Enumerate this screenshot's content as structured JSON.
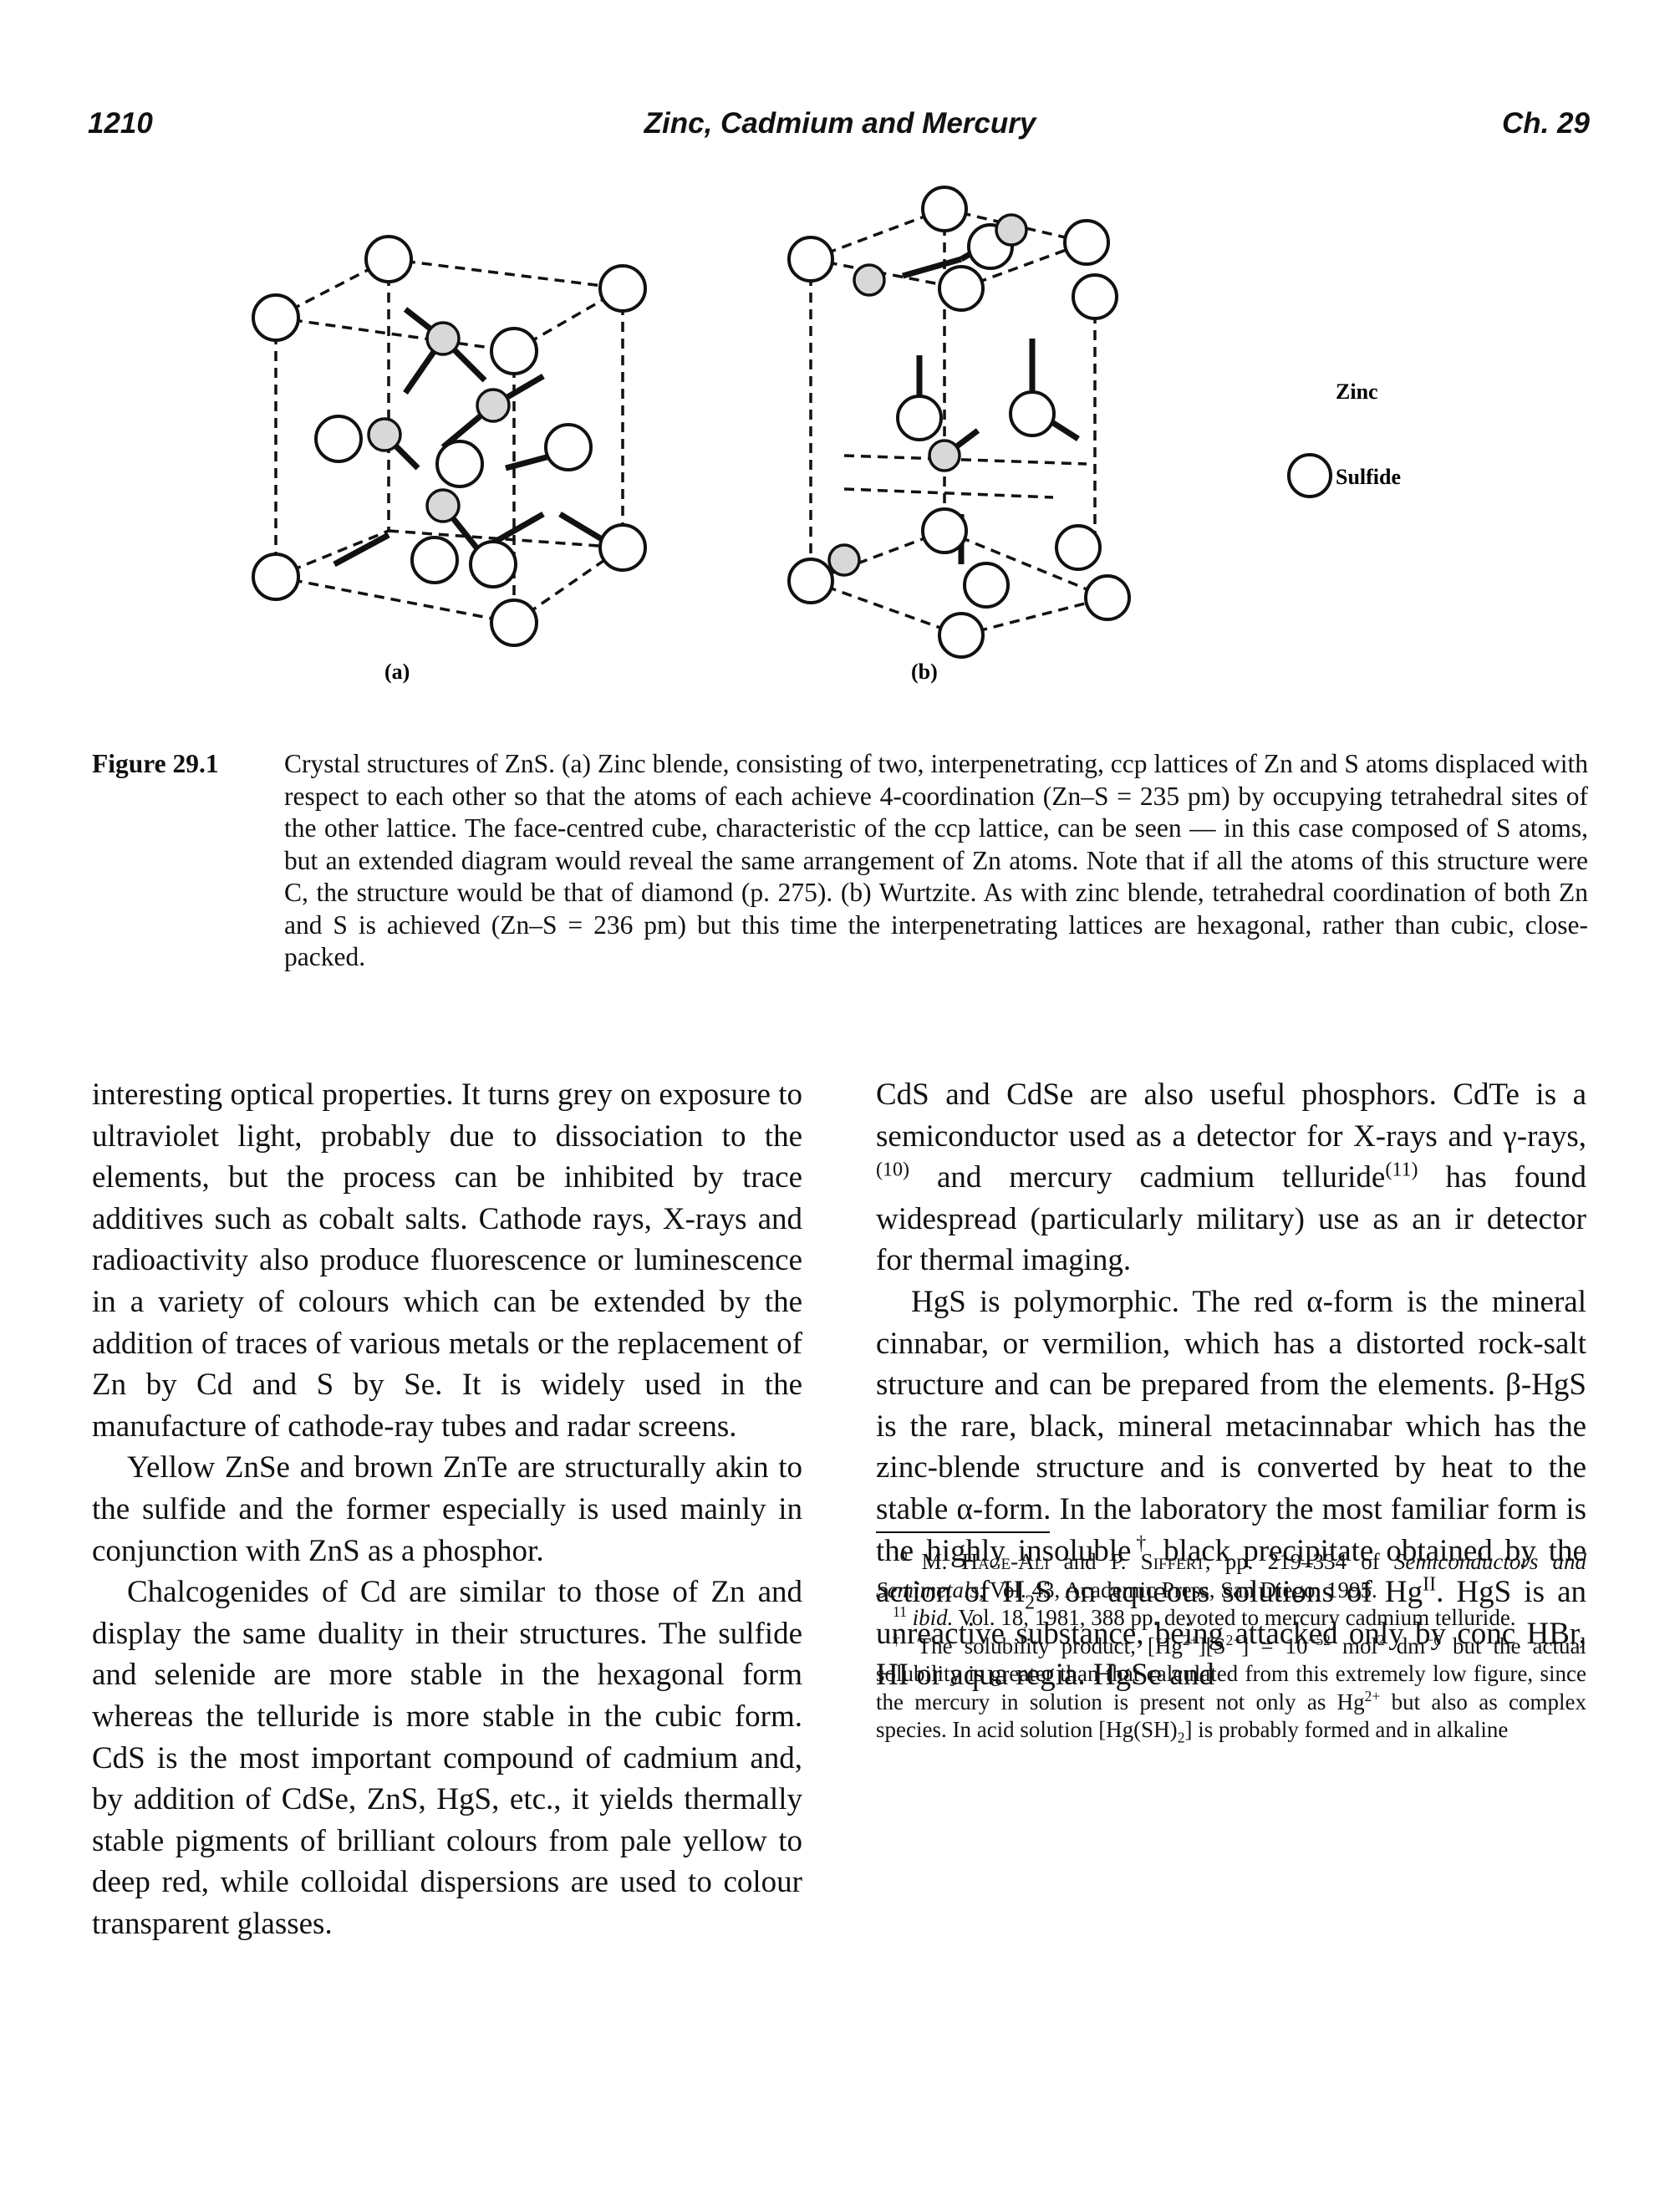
{
  "header": {
    "page_number": "1210",
    "title": "Zinc, Cadmium and Mercury",
    "chapter": "Ch. 29"
  },
  "figure": {
    "panel_a_label": "(a)",
    "panel_b_label": "(b)",
    "legend_zinc": "Zinc",
    "legend_sulfide": "Sulfide"
  },
  "caption": {
    "label": "Figure 29.1",
    "text": "Crystal structures of ZnS. (a) Zinc blende, consisting of two, interpenetrating, ccp lattices of Zn and S atoms displaced with respect to each other so that the atoms of each achieve 4-coordination (Zn–S = 235 pm) by occupying tetrahedral sites of the other lattice. The face-centred cube, characteristic of the ccp lattice, can be seen — in this case composed of S atoms, but an extended diagram would reveal the same arrangement of Zn atoms. Note that if all the atoms of this structure were C, the structure would be that of diamond (p. 275). (b) Wurtzite. As with zinc blende, tetrahedral coordination of both Zn and S is achieved (Zn–S = 236 pm) but this time the interpenetrating lattices are hexagonal, rather than cubic, close-packed."
  },
  "left_column": {
    "p1": "interesting optical properties. It turns grey on exposure to ultraviolet light, probably due to dissociation to the elements, but the process can be inhibited by trace additives such as cobalt salts. Cathode rays, X-rays and radioactivity also produce fluorescence or luminescence in a variety of colours which can be extended by the addition of traces of various metals or the replacement of Zn by Cd and S by Se. It is widely used in the manufacture of cathode-ray tubes and radar screens.",
    "p2": "Yellow ZnSe and brown ZnTe are structurally akin to the sulfide and the former especially is used mainly in conjunction with ZnS as a phosphor.",
    "p3": "Chalcogenides of Cd are similar to those of Zn and display the same duality in their structures. The sulfide and selenide are more stable in the hexagonal form whereas the telluride is more stable in the cubic form. CdS is the most important compound of cadmium and, by addition of CdSe, ZnS, HgS, etc., it yields thermally stable pigments of brilliant colours from pale yellow to deep red, while colloidal dispersions are used to colour transparent glasses."
  },
  "right_column": {
    "p1_a": "CdS and CdSe are also useful phosphors. CdTe is a semiconductor used as a detector for X-rays and γ-rays,",
    "p1_ref1": "(10)",
    "p1_b": " and mercury cadmium telluride",
    "p1_ref2": "(11)",
    "p1_c": " has found widespread (particularly military) use as an ir detector for thermal imaging.",
    "p2_a": "HgS is polymorphic. The red α-form is the mineral cinnabar, or vermilion, which has a distorted rock-salt structure and can be prepared from the elements. β-HgS is the rare, black, mineral metacinnabar which has the zinc-blende structure and is converted by heat to the stable α-form. In the laboratory the most familiar form is the highly insoluble",
    "p2_dagger": "†",
    "p2_b": " black precipitate obtained by the action of H",
    "p2_sub": "2",
    "p2_c": "S on aqueous solutions of Hg",
    "p2_sup": "II",
    "p2_d": ". HgS is an unreactive substance, being attacked only by conc HBr, HI or aqua regia. HgSe and"
  },
  "footnotes": {
    "fn10_mark": "10",
    "fn10_author1": "M. Hage-Ali",
    "fn10_and": " and ",
    "fn10_author2": "P. Siffert",
    "fn10_pages": ", pp. 219–334 of ",
    "fn10_title": "Semiconductors and Semimetals",
    "fn10_rest": ", Vol. 43, Academic Press, San Diego, 1995.",
    "fn11_mark": "11",
    "fn11_ibid": "ibid.",
    "fn11_rest": " Vol. 18, 1981, 388 pp. devoted to mercury cadmium telluride.",
    "fn_dagger_mark": "†",
    "fn_dagger_a": " The solubility product, [Hg",
    "fn_dagger_sup1": "2+",
    "fn_dagger_b": "][S",
    "fn_dagger_sup2": "2−",
    "fn_dagger_c": "] = 10",
    "fn_dagger_sup3": "−52",
    "fn_dagger_d": " mol",
    "fn_dagger_sup4": "2",
    "fn_dagger_e": " dm",
    "fn_dagger_sup5": "−6",
    "fn_dagger_f": " but the actual solubility is greater than that calculated from this extremely low figure, since the mercury in solution is present not only as Hg",
    "fn_dagger_sup6": "2+",
    "fn_dagger_g": " but also as complex species. In acid solution [Hg(SH)",
    "fn_dagger_sub1": "2",
    "fn_dagger_h": "] is probably formed and in alkaline"
  }
}
